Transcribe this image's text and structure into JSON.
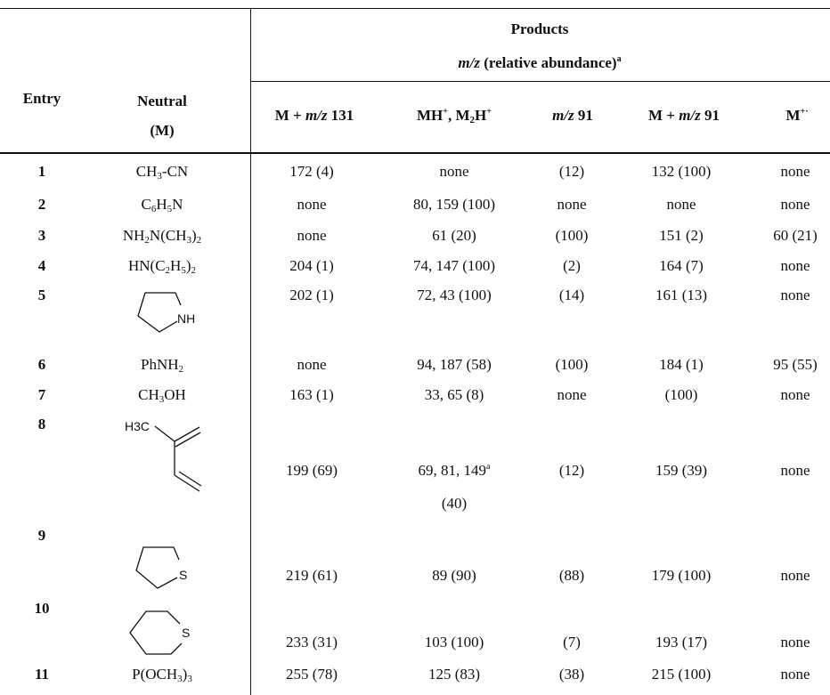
{
  "header": {
    "products_title": "Products",
    "subtitle_italic": "m/z",
    "subtitle_rest": " (relative abundance)",
    "subtitle_sup": "a",
    "col_entry": "Entry",
    "col_neutral_1": "Neutral",
    "col_neutral_2": "(M)",
    "col_m131_pre": "M + ",
    "col_m131_italic": "m/z",
    "col_m131_post": " 131",
    "col_mh_a": "MH",
    "col_mh_a_sup": "+",
    "col_mh_sep": ", M",
    "col_mh_sub": "2",
    "col_mh_b": "H",
    "col_mh_b_sup": "+",
    "col_mz91_italic": "m/z",
    "col_mz91_post": " 91",
    "col_m91_pre": "M + ",
    "col_m91_italic": "m/z",
    "col_m91_post": " 91",
    "col_mdot": "M",
    "col_mdot_sup": "+·"
  },
  "rows": [
    {
      "entry": "1",
      "neutral": "CH3-CN",
      "m131": "172 (4)",
      "mh": "none",
      "mz91": "(12)",
      "m91": "132 (100)",
      "mdot": "none"
    },
    {
      "entry": "2",
      "neutral": "C6H5N",
      "m131": "none",
      "mh": "80, 159 (100)",
      "mz91": "none",
      "m91": "none",
      "mdot": "none"
    },
    {
      "entry": "3",
      "neutral": "NH2N(CH3)2",
      "m131": "none",
      "mh": "61 (20)",
      "mz91": "(100)",
      "m91": "151 (2)",
      "mdot": "60 (21)"
    },
    {
      "entry": "4",
      "neutral": "HN(C2H5)2",
      "m131": "204 (1)",
      "mh": "74, 147 (100)",
      "mz91": "(2)",
      "m91": "164 (7)",
      "mdot": "none"
    },
    {
      "entry": "5",
      "neutral_struct": "pyrrolidine",
      "struct_label": "NH",
      "m131": "202 (1)",
      "mh": "72, 43 (100)",
      "mz91": "(14)",
      "m91": "161 (13)",
      "mdot": "none"
    },
    {
      "entry": "6",
      "neutral": "PhNH2",
      "m131": "none",
      "mh": "94, 187 (58)",
      "mz91": "(100)",
      "m91": "184 (1)",
      "mdot": "95 (55)"
    },
    {
      "entry": "7",
      "neutral": "CH3OH",
      "m131": "163 (1)",
      "mh": "33, 65 (8)",
      "mz91": "none",
      "m91": "(100)",
      "mdot": "none"
    },
    {
      "entry": "8",
      "neutral_struct": "isoprene",
      "struct_label": "H3C",
      "m131": "199 (69)",
      "mh_line1": "69, 81, 149",
      "mh_sup": "a",
      "mh_line2": "(40)",
      "mz91": "(12)",
      "m91": "159 (39)",
      "mdot": "none"
    },
    {
      "entry": "9",
      "neutral_struct": "tetrahydrothiophene",
      "struct_label": "S",
      "m131": "219 (61)",
      "mh": "89 (90)",
      "mz91": "(88)",
      "m91": "179 (100)",
      "mdot": "none"
    },
    {
      "entry": "10",
      "neutral_struct": "thiane",
      "struct_label": "S",
      "m131": "233 (31)",
      "mh": "103 (100)",
      "mz91": "(7)",
      "m91": "193 (17)",
      "mdot": "none"
    },
    {
      "entry": "11",
      "neutral": "P(OCH3)3",
      "m131": "255 (78)",
      "mh": "125 (83)",
      "mz91": "(38)",
      "m91": "215 (100)",
      "mdot": "none"
    }
  ]
}
